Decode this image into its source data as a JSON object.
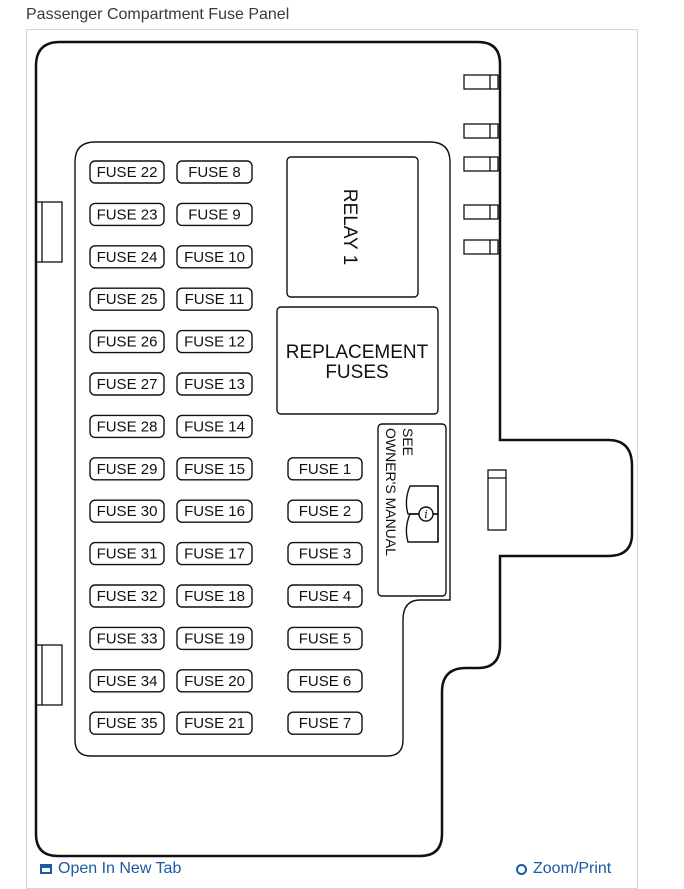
{
  "page": {
    "title": "Passenger Compartment Fuse Panel"
  },
  "panel": {
    "relay": "RELAY 1",
    "replacement_line1": "REPLACEMENT",
    "replacement_line2": "FUSES",
    "see_line1": "SEE",
    "see_line2": "OWNER'S MANUAL",
    "column_a": [
      "FUSE 22",
      "FUSE 23",
      "FUSE 24",
      "FUSE 25",
      "FUSE 26",
      "FUSE 27",
      "FUSE 28",
      "FUSE 29",
      "FUSE 30",
      "FUSE 31",
      "FUSE 32",
      "FUSE 33",
      "FUSE 34",
      "FUSE 35"
    ],
    "column_b": [
      "FUSE 8",
      "FUSE 9",
      "FUSE 10",
      "FUSE 11",
      "FUSE 12",
      "FUSE 13",
      "FUSE 14",
      "FUSE 15",
      "FUSE 16",
      "FUSE 17",
      "FUSE 18",
      "FUSE 19",
      "FUSE 20",
      "FUSE 21"
    ],
    "column_c": [
      "FUSE 1",
      "FUSE 2",
      "FUSE 3",
      "FUSE 4",
      "FUSE 5",
      "FUSE 6",
      "FUSE 7"
    ]
  },
  "footer": {
    "open_label": "Open In New Tab",
    "zoom_label": "Zoom/Print"
  },
  "colors": {
    "link": "#1a5aa6",
    "stroke": "#111111"
  }
}
